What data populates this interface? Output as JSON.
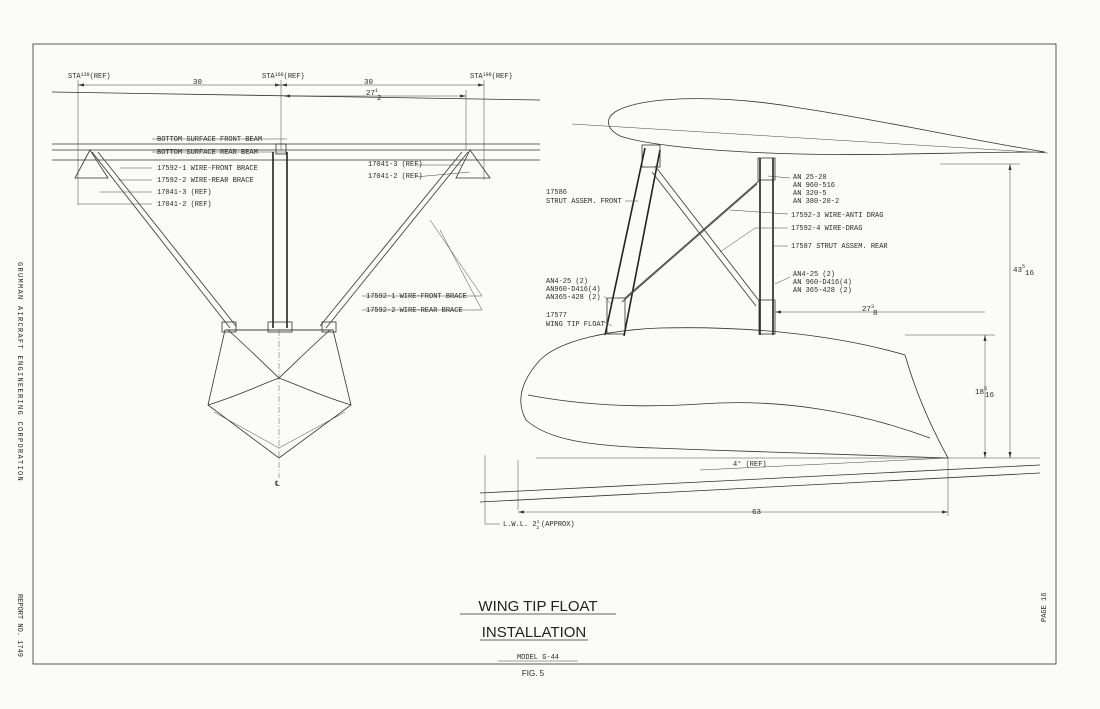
{
  "title": {
    "line1": "WING TIP FLOAT",
    "line2": "INSTALLATION",
    "model": "MODEL G-44",
    "figure": "FIG. 5"
  },
  "side_text": {
    "company": "GRUMMAN AIRCRAFT ENGINEERING CORPORATION",
    "report": "REPORT NO. 1749",
    "page": "PAGE 16"
  },
  "front_view": {
    "stations": [
      {
        "sta": "STA",
        "num": "139",
        "ref": "(REF)"
      },
      {
        "sta": "STA",
        "num": "168",
        "ref": "(REF)"
      },
      {
        "sta": "STA",
        "num": "198",
        "ref": "(REF)"
      }
    ],
    "dims": {
      "span_a": "30",
      "span_b": "30",
      "offset_whole": "27",
      "offset_num": "1",
      "offset_den": "2"
    },
    "labels": [
      "BOTTOM SURFACE FRONT BEAM",
      "BOTTOM SURFACE REAR BEAM",
      "17592-1  WIRE-FRONT BRACE",
      "17592-2  WIRE-REAR BRACE",
      "17041-3 (REF)",
      "17041-2 (REF)"
    ],
    "right_labels": [
      "17041-3 (REF)",
      "17041-2 (REF)"
    ],
    "wire_labels": [
      "17592-1  WIRE-FRONT BRACE",
      "17592-2  WIRE-REAR BRACE"
    ],
    "centerline": "℄"
  },
  "side_view": {
    "strut_front": [
      "17586",
      "STRUT ASSEM. FRONT"
    ],
    "upper_hw": [
      "AN 25-20",
      "AN 960-516",
      "AN 320-5",
      "AN 380-20-2"
    ],
    "wire_anti_drag": "17592-3  WIRE-ANTI DRAG",
    "wire_drag": "17592-4  WIRE-DRAG",
    "strut_rear": "17587  STRUT ASSEM. REAR",
    "front_hw": [
      "AN4-25      (2)",
      "AN960-D416(4)",
      "AN365-428 (2)"
    ],
    "float": [
      "17577",
      "WING TIP FLOAT"
    ],
    "rear_hw": [
      "AN4-25      (2)",
      "AN 960-D416(4)",
      "AN 365-428  (2)"
    ],
    "dims": {
      "d1_whole": "27",
      "d1_num": "3",
      "d1_den": "8",
      "d2_whole": "43",
      "d2_num": "5",
      "d2_den": "16",
      "d3_whole": "18",
      "d3_num": "5",
      "d3_den": "16",
      "angle": "4° (REF)",
      "length": "63",
      "lwl": "L.W.L. 2",
      "lwl_num": "1",
      "lwl_den": "2",
      "lwl_suffix": "(APPROX)"
    }
  }
}
